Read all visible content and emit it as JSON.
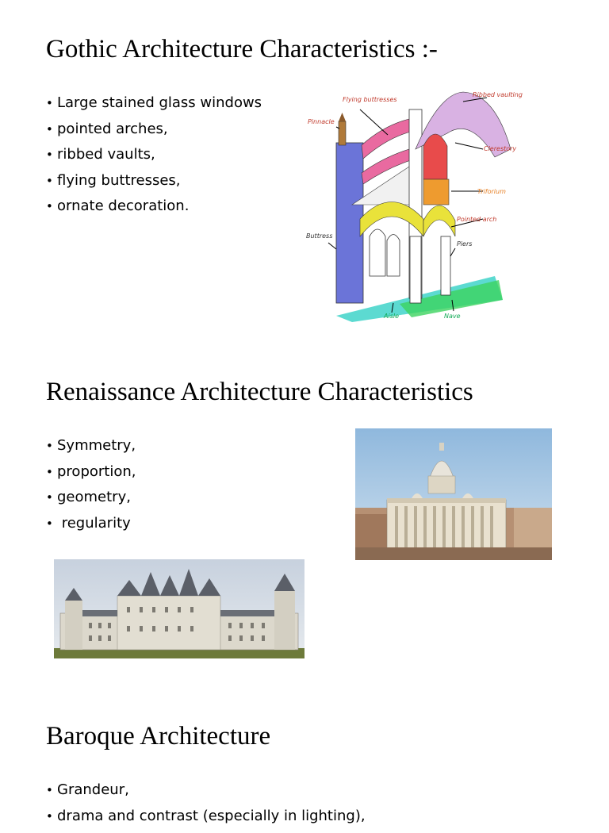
{
  "sections": {
    "gothic": {
      "title": "Gothic Architecture Characteristics :-",
      "bullets": [
        "Large stained glass windows",
        "pointed arches,",
        "ribbed vaults,",
        "flying buttresses,",
        "ornate decoration."
      ],
      "diagram_labels": {
        "flying_buttresses": "Flying buttresses",
        "ribbed_vaulting": "Ribbed vaulting",
        "pinnacle": "Pinnacle",
        "clerestory": "Clerestory",
        "triforium": "Triforium",
        "pointed_arch": "Pointed arch",
        "buttress": "Buttress",
        "piers": "Piers",
        "aisle": "Aisle",
        "nave": "Nave"
      }
    },
    "renaissance": {
      "title": "Renaissance Architecture Characteristics",
      "bullets": [
        "Symmetry,",
        "proportion,",
        "geometry,",
        " regularity"
      ]
    },
    "baroque": {
      "title": "Baroque Architecture",
      "bullets": [
        "Grandeur,",
        "drama and contrast (especially in lighting),"
      ]
    }
  },
  "bullet_glyph": "•",
  "colors": {
    "text": "#000000",
    "diagram_label": "#c0392b"
  }
}
